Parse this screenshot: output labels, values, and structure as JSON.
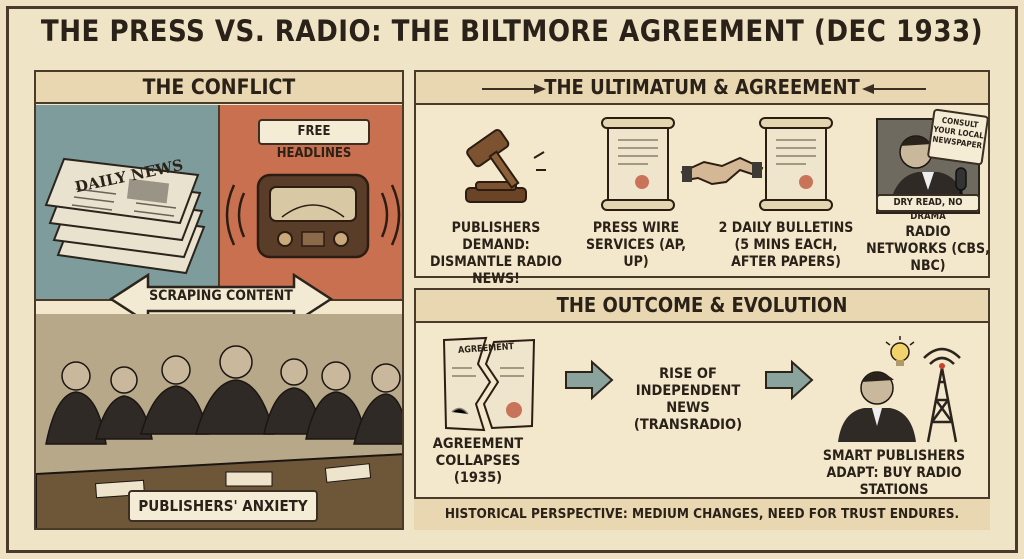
{
  "title": "THE PRESS VS. RADIO: THE BILTMORE AGREEMENT (DEC 1933)",
  "conflict": {
    "heading": "THE CONFLICT",
    "newspaper_masthead": "DAILY NEWS",
    "speech_bubble": "FREE HEADLINES",
    "arrow_label": "SCRAPING CONTENT",
    "bottom_label": "PUBLISHERS' ANXIETY"
  },
  "ultimatum": {
    "heading": "THE ULTIMATUM & AGREEMENT",
    "items": [
      {
        "label": "PUBLISHERS DEMAND: DISMANTLE RADIO NEWS!",
        "icon": "gavel-icon"
      },
      {
        "label": "PRESS WIRE SERVICES (AP, UP)",
        "icon": "scroll-icon"
      },
      {
        "label": "2 DAILY BULLETINS (5 MINS EACH, AFTER PAPERS)",
        "icon": "handshake-icon"
      },
      {
        "label": "RADIO NETWORKS (CBS, NBC)",
        "icon": "announcer-icon"
      }
    ],
    "announcer_bubble": "CONSULT YOUR LOCAL NEWSPAPER",
    "announcer_caption": "DRY READ, NO DRAMA"
  },
  "outcome": {
    "heading": "THE OUTCOME & EVOLUTION",
    "torn_document_title": "AGREEMENT",
    "items": [
      {
        "label": "AGREEMENT COLLAPSES (1935)"
      },
      {
        "label": "RISE OF INDEPENDENT NEWS (TRANSRADIO)"
      },
      {
        "label": "SMART PUBLISHERS ADAPT: BUY RADIO STATIONS"
      }
    ],
    "footer": "HISTORICAL PERSPECTIVE: MEDIUM CHANGES, NEED FOR TRUST ENDURES."
  },
  "colors": {
    "frame": "#4a3a29",
    "paper": "#f0e4c6",
    "teal_panel": "#7d9c9b",
    "red_panel": "#c8704f",
    "arrow_green": "#8aa39c"
  }
}
